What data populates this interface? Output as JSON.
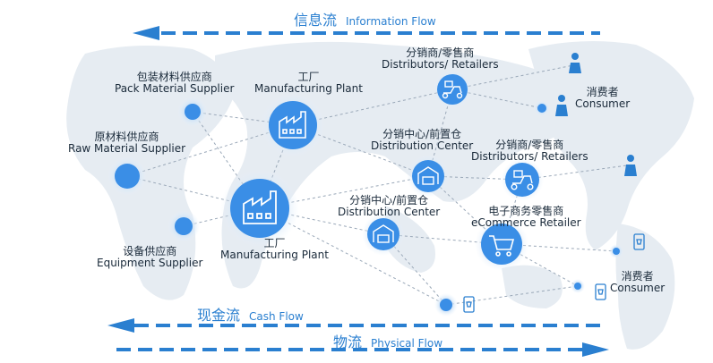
{
  "flows": {
    "information": {
      "zh": "信息流",
      "en": "Information Flow"
    },
    "cash": {
      "zh": "现金流",
      "en": "Cash Flow"
    },
    "physical": {
      "zh": "物流",
      "en": "Physical Flow"
    }
  },
  "nodes": {
    "pack_supplier": {
      "zh": "包装材料供应商",
      "en": "Pack Material Supplier"
    },
    "raw_supplier": {
      "zh": "原材料供应商",
      "en": "Raw Material Supplier"
    },
    "equipment_supplier": {
      "zh": "设备供应商",
      "en": "Equipment Supplier"
    },
    "factory_top": {
      "zh": "工厂",
      "en": "Manufacturing Plant"
    },
    "factory_bottom": {
      "zh": "工厂",
      "en": "Manufacturing Plant"
    },
    "dc_top": {
      "zh": "分销中心/前置仓",
      "en": "Distribution Center"
    },
    "dc_bottom": {
      "zh": "分销中心/前置仓",
      "en": "Distribution Center"
    },
    "retailers_top": {
      "zh": "分销商/零售商",
      "en": "Distributors/ Retailers"
    },
    "retailers_mid": {
      "zh": "分销商/零售商",
      "en": "Distributors/ Retailers"
    },
    "ecommerce": {
      "zh": "电子商务零售商",
      "en": "eCommerce Retailer"
    },
    "consumer_top": {
      "zh": "消费者",
      "en": "Consumer"
    },
    "consumer_bottom": {
      "zh": "消费者",
      "en": "Consumer"
    }
  },
  "colors": {
    "primary": "#3a8ee6",
    "dark": "#2a7fd0",
    "map": "#e9eef4",
    "line": "#9aa8b8"
  }
}
